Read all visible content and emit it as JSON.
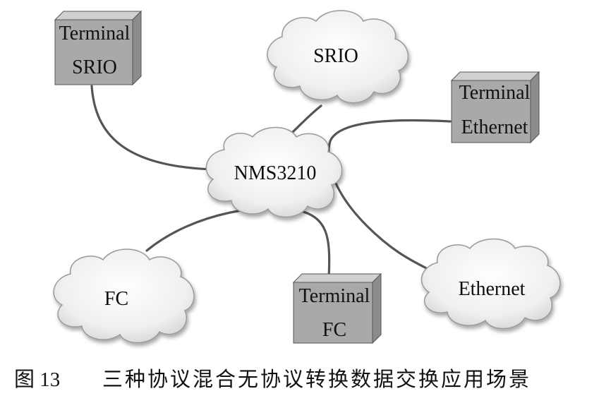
{
  "nodes": {
    "center": "NMS3210",
    "srio_network": "SRIO",
    "fc_network": "FC",
    "ethernet_network": "Ethernet",
    "terminal_srio": [
      "Terminal",
      "SRIO"
    ],
    "terminal_ethernet": [
      "Terminal",
      "Ethernet"
    ],
    "terminal_fc": [
      "Terminal",
      "FC"
    ]
  },
  "caption": {
    "figure_number": "图 13",
    "text": "三种协议混合无协议转换数据交换应用场景"
  },
  "colors": {
    "cloud_fill": "#ececec",
    "cloud_stroke": "#9a9a9a",
    "box_front": "#a9a9a9",
    "box_top": "#d0d0d0",
    "box_side": "#8c8c8c",
    "link": "#555555"
  }
}
